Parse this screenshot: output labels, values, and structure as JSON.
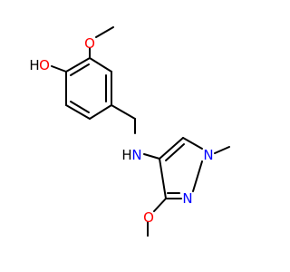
{
  "colors": {
    "background": "#ffffff",
    "bond": "#000000",
    "oxygen": "#ff0000",
    "nitrogen": "#0000ff"
  },
  "labels": {
    "phenol_oxygen": "O",
    "phenol_hydrogen": "H",
    "methoxy_oxygen_top": "O",
    "amine_hydrogen": "H",
    "amine_nitrogen": "N",
    "ring_nitrogen_methyl": "N",
    "ring_nitrogen": "N",
    "methoxy_oxygen_bottom": "O"
  }
}
